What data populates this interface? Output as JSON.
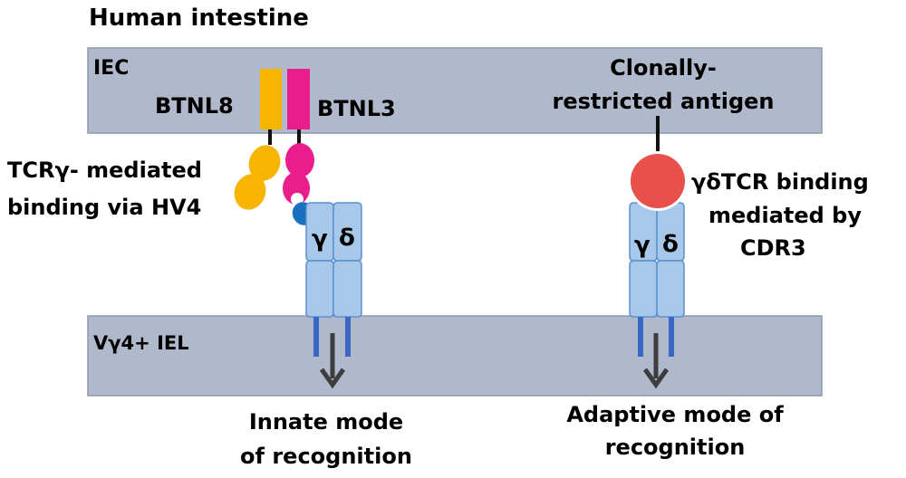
{
  "title": "Human intestine",
  "membranes": {
    "iec_label": "IEC",
    "iel_label": "Vγ4+ IEL"
  },
  "left": {
    "btnl8_label": "BTNL8",
    "btnl3_label": "BTNL3",
    "tcr_binding_line1": "TCRγ- mediated",
    "tcr_binding_line2": "binding via HV4",
    "gamma": "γ",
    "delta": "δ",
    "mode_line1": "Innate mode",
    "mode_line2": "of recognition"
  },
  "right": {
    "antigen_line1": "Clonally-",
    "antigen_line2": "restricted antigen",
    "cdr3_line1": "γδTCR binding",
    "cdr3_line2": "mediated by",
    "cdr3_line3": "CDR3",
    "gamma": "γ",
    "delta": "δ",
    "mode_line1": "Adaptive mode of",
    "mode_line2": "recognition"
  },
  "colors": {
    "membrane": "#b0b9cc",
    "membrane_stroke": "#8e98ad",
    "btnl8": "#f7b500",
    "btnl3": "#e91e8c",
    "tcr_body": "#a8c8ea",
    "tcr_stroke": "#5a8fd0",
    "tail": "#3a66c4",
    "cdr3": "#e8504a",
    "hv4": "#1a6fc0",
    "arrow": "#3d3d3d"
  }
}
